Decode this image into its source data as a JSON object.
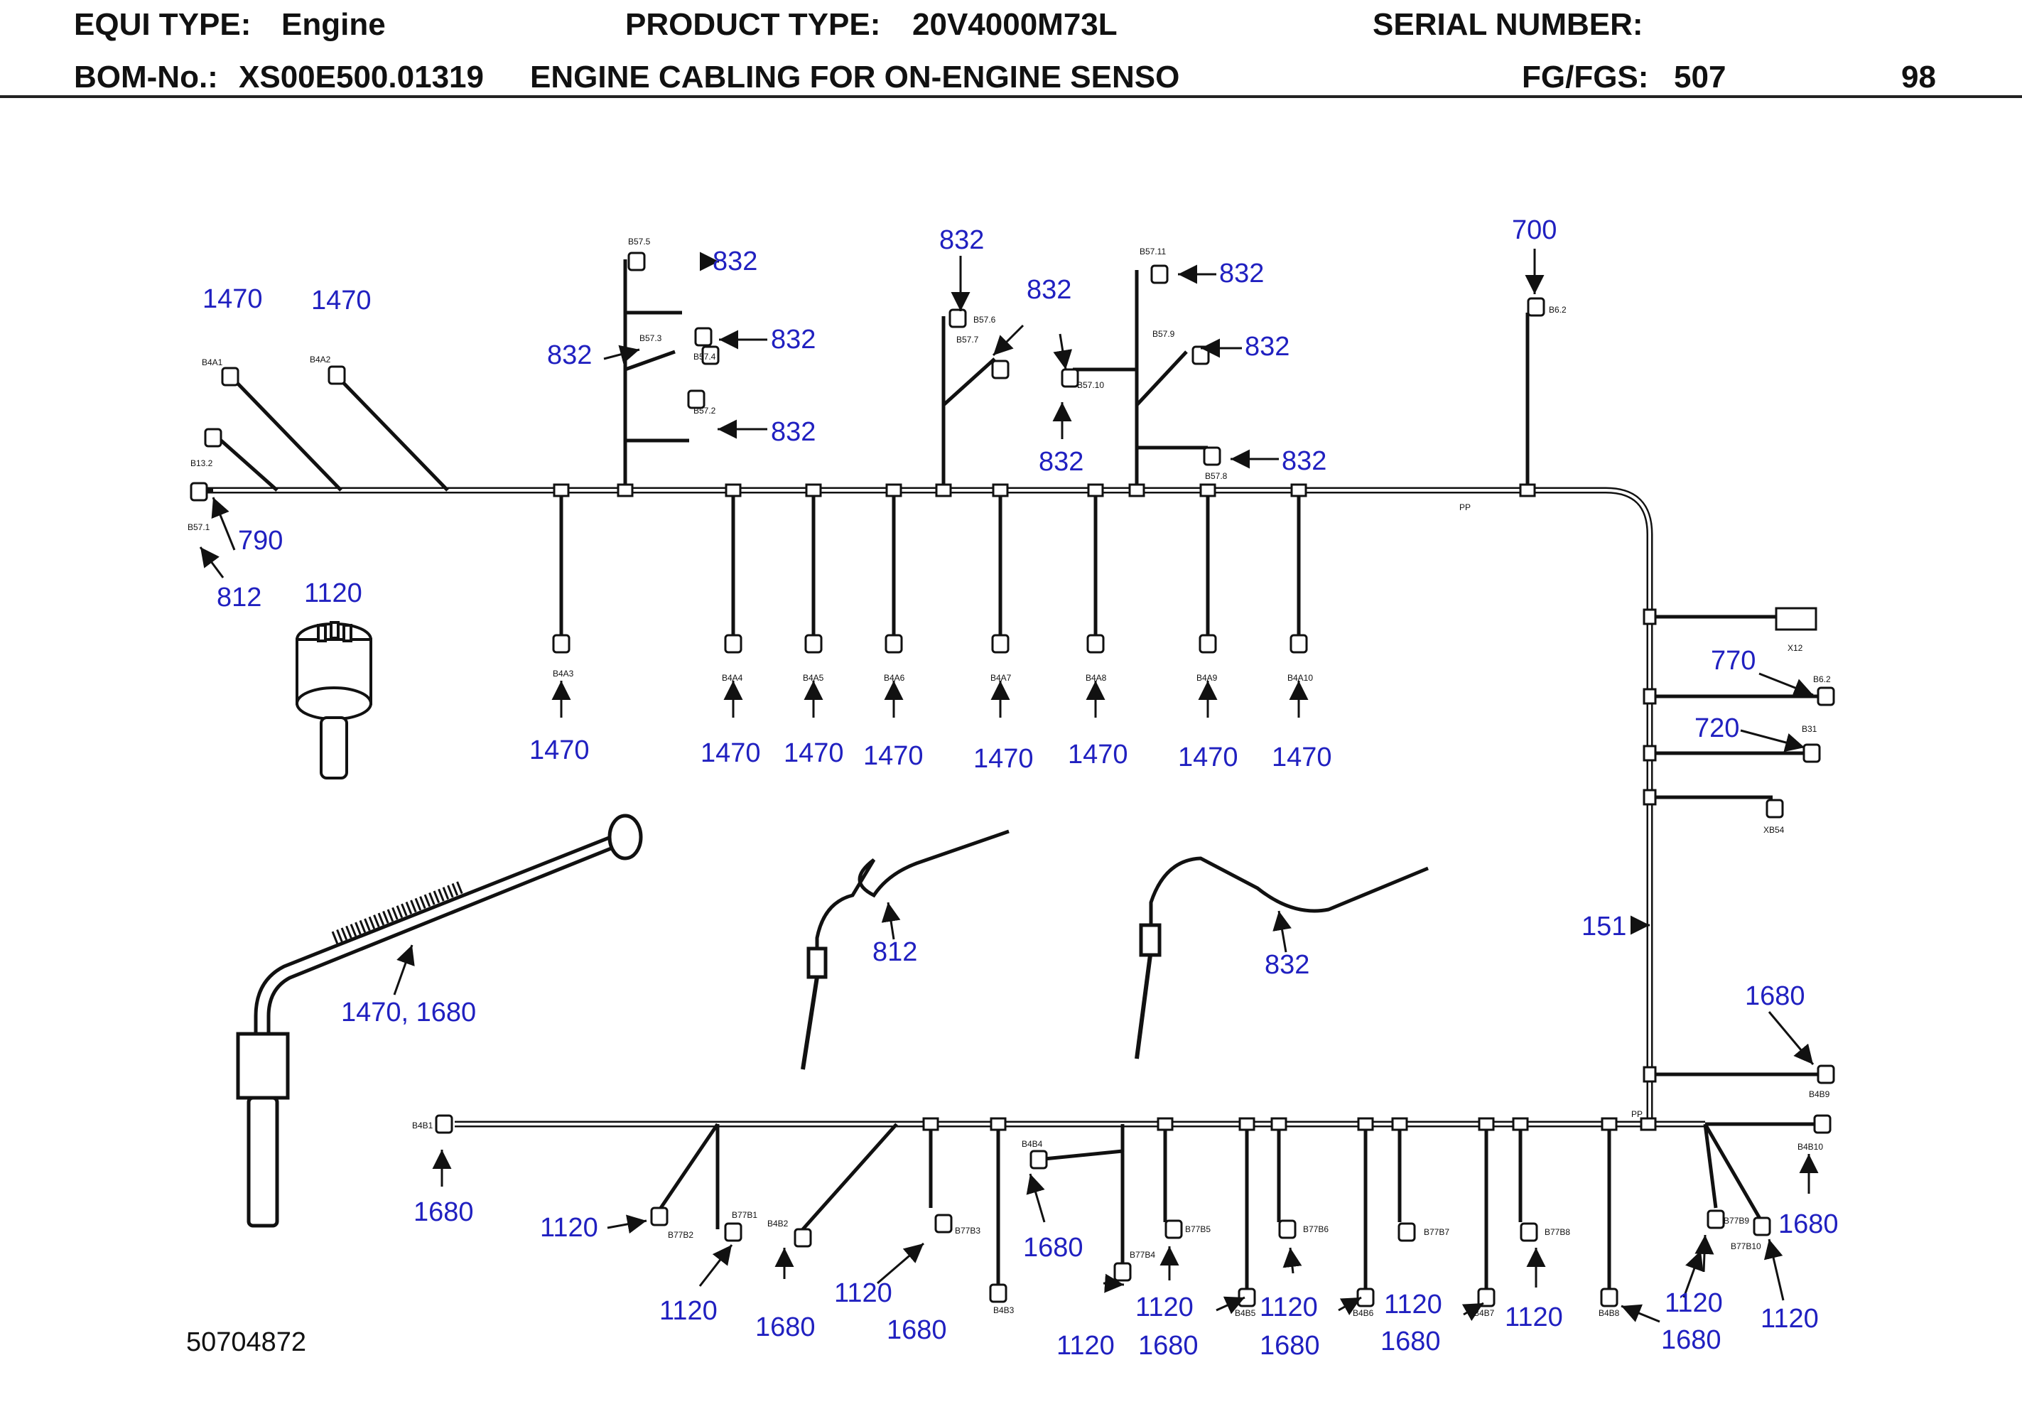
{
  "header": {
    "equi_type_label": "EQUI TYPE:",
    "equi_type_value": "Engine",
    "product_type_label": "PRODUCT TYPE:",
    "product_type_value": "20V4000M73L",
    "serial_number_label": "SERIAL NUMBER:",
    "bom_label": "BOM-No.:",
    "bom_value": "XS00E500.01319",
    "bom_description": "ENGINE CABLING FOR ON-ENGINE SENSO",
    "fg_label": "FG/FGS:",
    "fg_value": "507",
    "page_number": "98"
  },
  "document_number": "50704872",
  "colors": {
    "callout": "#2020c0",
    "line": "#111111",
    "text": "#111111"
  },
  "callouts": [
    {
      "id": "c1",
      "text": "1470"
    },
    {
      "id": "c2",
      "text": "1470"
    },
    {
      "id": "c3",
      "text": "790"
    },
    {
      "id": "c4",
      "text": "812"
    },
    {
      "id": "c5",
      "text": "1120"
    },
    {
      "id": "c6",
      "text": "832"
    },
    {
      "id": "c7",
      "text": "832"
    },
    {
      "id": "c8",
      "text": "832"
    },
    {
      "id": "c9",
      "text": "832"
    },
    {
      "id": "c10",
      "text": "832"
    },
    {
      "id": "c11",
      "text": "832"
    },
    {
      "id": "c12",
      "text": "832"
    },
    {
      "id": "c13",
      "text": "832"
    },
    {
      "id": "c14",
      "text": "832"
    },
    {
      "id": "c15",
      "text": "832"
    },
    {
      "id": "c16",
      "text": "700"
    },
    {
      "id": "c17",
      "text": "1470"
    },
    {
      "id": "c18",
      "text": "1470"
    },
    {
      "id": "c19",
      "text": "1470"
    },
    {
      "id": "c20",
      "text": "1470"
    },
    {
      "id": "c21",
      "text": "1470"
    },
    {
      "id": "c22",
      "text": "1470"
    },
    {
      "id": "c23",
      "text": "1470"
    },
    {
      "id": "c24",
      "text": "1470"
    },
    {
      "id": "c25",
      "text": "770"
    },
    {
      "id": "c26",
      "text": "720"
    },
    {
      "id": "c27",
      "text": "151"
    },
    {
      "id": "c28",
      "text": "1680"
    },
    {
      "id": "c29",
      "text": "812"
    },
    {
      "id": "c30",
      "text": "832"
    },
    {
      "id": "c31",
      "text": "1470, 1680"
    },
    {
      "id": "c32",
      "text": "1680"
    },
    {
      "id": "c33",
      "text": "1120"
    },
    {
      "id": "c34",
      "text": "1120"
    },
    {
      "id": "c35",
      "text": "1680"
    },
    {
      "id": "c36",
      "text": "1120"
    },
    {
      "id": "c37",
      "text": "1680"
    },
    {
      "id": "c38",
      "text": "1680"
    },
    {
      "id": "c39",
      "text": "1120"
    },
    {
      "id": "c40",
      "text": "1120"
    },
    {
      "id": "c41",
      "text": "1680"
    },
    {
      "id": "c42",
      "text": "1120"
    },
    {
      "id": "c43",
      "text": "1680"
    },
    {
      "id": "c44",
      "text": "1120"
    },
    {
      "id": "c45",
      "text": "1680"
    },
    {
      "id": "c46",
      "text": "1120"
    },
    {
      "id": "c47",
      "text": "1120"
    },
    {
      "id": "c48",
      "text": "1680"
    },
    {
      "id": "c49",
      "text": "1680"
    },
    {
      "id": "c50",
      "text": "1120"
    }
  ],
  "connector_labels": [
    {
      "id": "k1",
      "text": "B57.5"
    },
    {
      "id": "k2",
      "text": "B57.3"
    },
    {
      "id": "k3",
      "text": "B57.4"
    },
    {
      "id": "k4",
      "text": "B57.2"
    },
    {
      "id": "k5",
      "text": "B57.6"
    },
    {
      "id": "k6",
      "text": "B57.7"
    },
    {
      "id": "k7",
      "text": "B57.10"
    },
    {
      "id": "k8",
      "text": "B57.11"
    },
    {
      "id": "k9",
      "text": "B57.9"
    },
    {
      "id": "k10",
      "text": "B57.8"
    },
    {
      "id": "k11",
      "text": "B6.2"
    },
    {
      "id": "k12",
      "text": "B4A1"
    },
    {
      "id": "k13",
      "text": "B4A2"
    },
    {
      "id": "k14",
      "text": "B13.2"
    },
    {
      "id": "k15",
      "text": "B57.1"
    },
    {
      "id": "k16",
      "text": "B4A3"
    },
    {
      "id": "k17",
      "text": "B4A4"
    },
    {
      "id": "k18",
      "text": "B4A5"
    },
    {
      "id": "k19",
      "text": "B4A6"
    },
    {
      "id": "k20",
      "text": "B4A7"
    },
    {
      "id": "k21",
      "text": "B4A8"
    },
    {
      "id": "k22",
      "text": "B4A9"
    },
    {
      "id": "k23",
      "text": "B4A10"
    },
    {
      "id": "k24",
      "text": "X12"
    },
    {
      "id": "k25",
      "text": "B6.2"
    },
    {
      "id": "k26",
      "text": "B31"
    },
    {
      "id": "k27",
      "text": "XB54"
    },
    {
      "id": "k28",
      "text": "B4B9"
    },
    {
      "id": "k29",
      "text": "B4B10"
    },
    {
      "id": "k30",
      "text": "B4B1"
    },
    {
      "id": "k31",
      "text": "B77B1"
    },
    {
      "id": "k32",
      "text": "B77B2"
    },
    {
      "id": "k33",
      "text": "B4B2"
    },
    {
      "id": "k34",
      "text": "B4B4"
    },
    {
      "id": "k35",
      "text": "B77B3"
    },
    {
      "id": "k36",
      "text": "B4B3"
    },
    {
      "id": "k37",
      "text": "B77B4"
    },
    {
      "id": "k38",
      "text": "B77B5"
    },
    {
      "id": "k39",
      "text": "B4B5"
    },
    {
      "id": "k40",
      "text": "B77B6"
    },
    {
      "id": "k41",
      "text": "B4B6"
    },
    {
      "id": "k42",
      "text": "B77B7"
    },
    {
      "id": "k43",
      "text": "B4B7"
    },
    {
      "id": "k44",
      "text": "B77B8"
    },
    {
      "id": "k45",
      "text": "B4B8"
    },
    {
      "id": "k46",
      "text": "B77B9"
    },
    {
      "id": "k47",
      "text": "B77B10"
    },
    {
      "id": "k48",
      "text": "PP"
    },
    {
      "id": "k49",
      "text": "PP"
    }
  ]
}
